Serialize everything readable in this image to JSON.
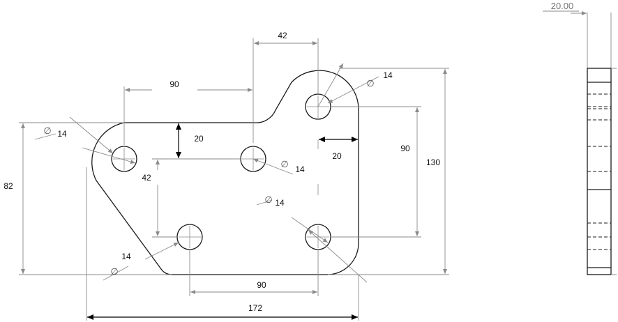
{
  "drawing": {
    "dimensions": {
      "top_spacing": "42",
      "left_spacing": "90",
      "wall_thickness_left": "20",
      "wall_thickness_right": "20",
      "height_left": "82",
      "vertical_spacing_left": "42",
      "vertical_spacing_right": "90",
      "total_height": "130",
      "bottom_spacing": "90",
      "total_width": "172",
      "thickness": "20.00"
    },
    "hole_callouts": {
      "top_right": "14",
      "left_top": "14",
      "middle": "14",
      "center_lower": "14",
      "bottom_left": "14"
    },
    "diameter_symbol": "∅"
  }
}
